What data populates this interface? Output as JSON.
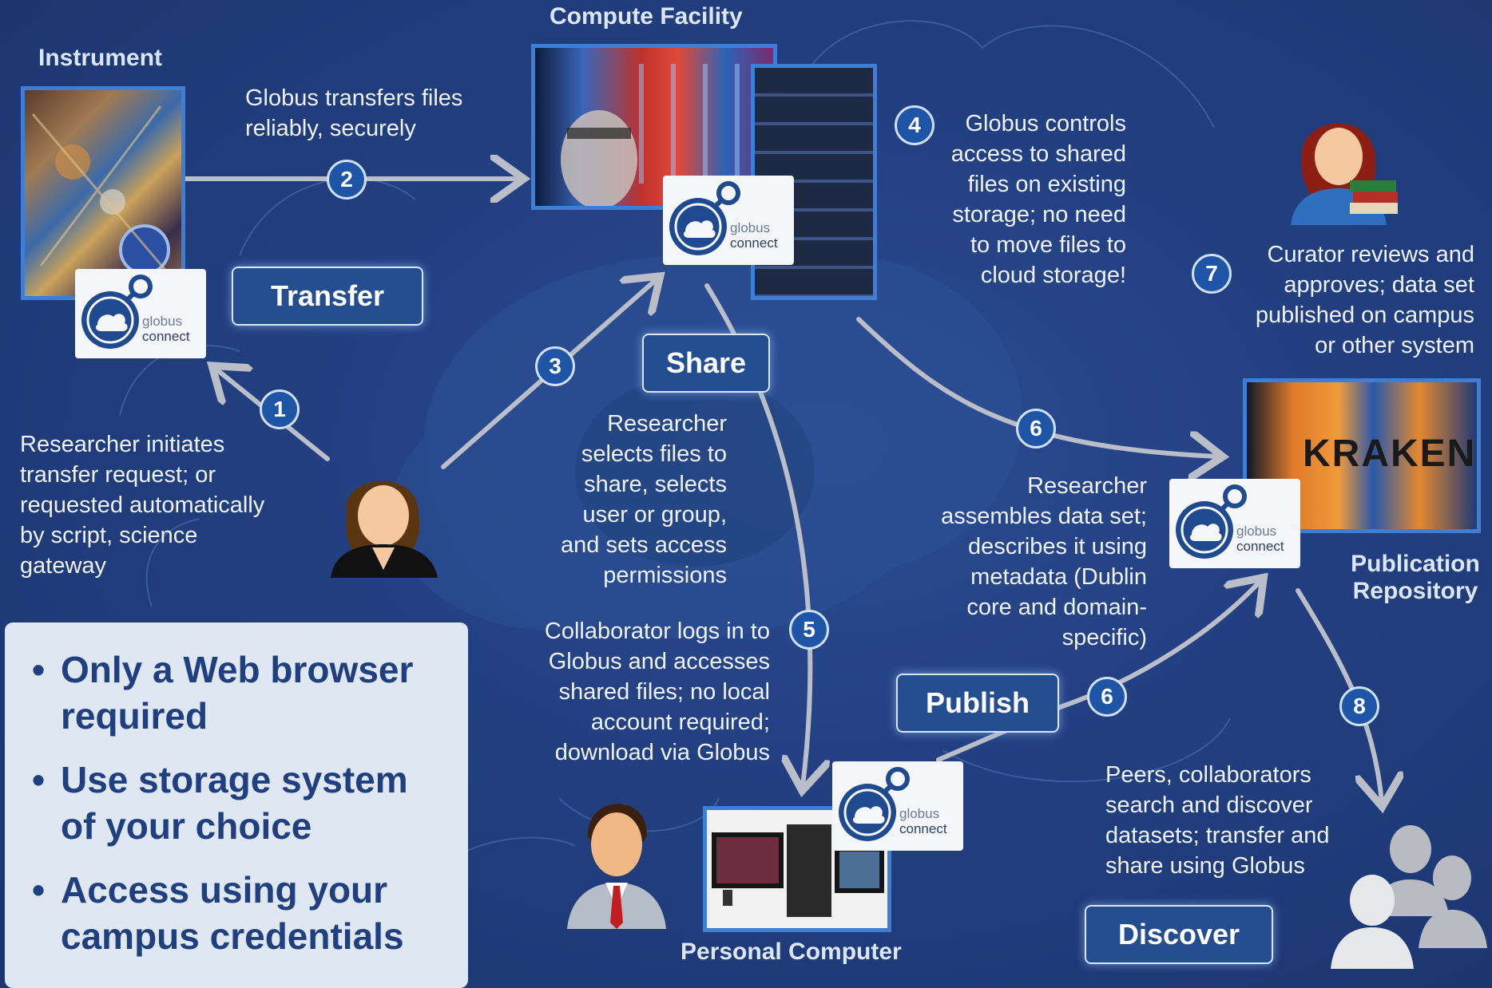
{
  "colors": {
    "background": "#1f3b78",
    "step_circle": "#1f55a6",
    "action_box": "#244e8f",
    "photo_border": "#3d7fd6",
    "bullet_panel": "#dfe7f3",
    "bullet_text": "#1f3f7f",
    "arrow": "#b9bec8"
  },
  "locations": {
    "instrument": "Instrument",
    "compute_facility": "Compute Facility",
    "publication_repository_line1": "Publication",
    "publication_repository_line2": "Repository",
    "personal_computer": "Personal Computer"
  },
  "globus_connect": {
    "word1": "globus",
    "word2": "connect"
  },
  "actions": {
    "transfer": "Transfer",
    "share": "Share",
    "publish": "Publish",
    "discover": "Discover"
  },
  "steps": {
    "s1": "1",
    "s2": "2",
    "s3": "3",
    "s4": "4",
    "s5": "5",
    "s6a": "6",
    "s6b": "6",
    "s7": "7",
    "s8": "8"
  },
  "captions": {
    "step2": [
      "Globus transfers files",
      "reliably, securely"
    ],
    "step1": [
      "Researcher initiates",
      "transfer request; or",
      "requested automatically",
      "by script, science",
      "gateway"
    ],
    "step3": [
      "Researcher",
      "selects files to",
      "share, selects",
      "user or group,",
      "and sets access",
      "permissions"
    ],
    "step4": [
      "Globus controls",
      "access to shared",
      "files on existing",
      "storage; no need",
      "to move files to",
      "cloud storage!"
    ],
    "step5": [
      "Collaborator logs in to",
      "Globus and accesses",
      "shared files; no local",
      "account required;",
      "download via Globus"
    ],
    "step6": [
      "Researcher",
      "assembles data set;",
      "describes it using",
      "metadata (Dublin",
      "core and domain-",
      "specific)"
    ],
    "step7": [
      "Curator reviews and",
      "approves; data set",
      "published on campus",
      "or other system"
    ],
    "step8": [
      "Peers, collaborators",
      "search and discover",
      "datasets; transfer and",
      "share using Globus"
    ]
  },
  "photo_labels": {
    "kraken": "KRAKEN"
  },
  "icons": {
    "researcher": "female-user-icon",
    "curator": "curator-with-books-icon",
    "collaborator": "male-user-icon",
    "peers": "user-group-icon",
    "globus": "globus-connect-logo"
  },
  "bullets": [
    [
      "Only a Web browser",
      "required"
    ],
    [
      "Use storage system",
      "of your choice"
    ],
    [
      "Access using your",
      "campus credentials"
    ]
  ]
}
